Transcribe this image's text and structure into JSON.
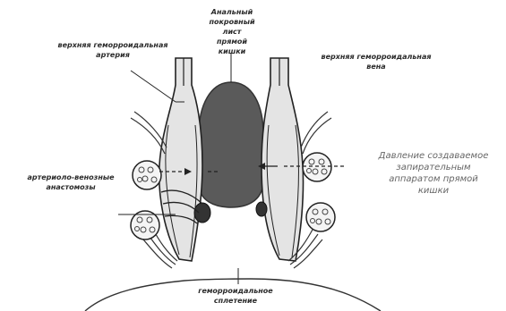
{
  "labels": {
    "top_center": "Анальный\nпокровный\nлист\nпрямой\nкишки",
    "top_left": "верхняя геморроидальная\nартерия",
    "top_right": "верхняя геморроидальная\nвена",
    "left_mid": "артериоло-венозные\nанастомозы",
    "right_mid": "Давление создаваемое\nзапирательным\nаппаратом прямой\nкишки",
    "bottom_center": "геморроидальное\nсплетение"
  },
  "colors": {
    "rectum_fill": "#5a5a5a",
    "outline": "#222222",
    "vessel_fill": "#e4e4e4"
  }
}
